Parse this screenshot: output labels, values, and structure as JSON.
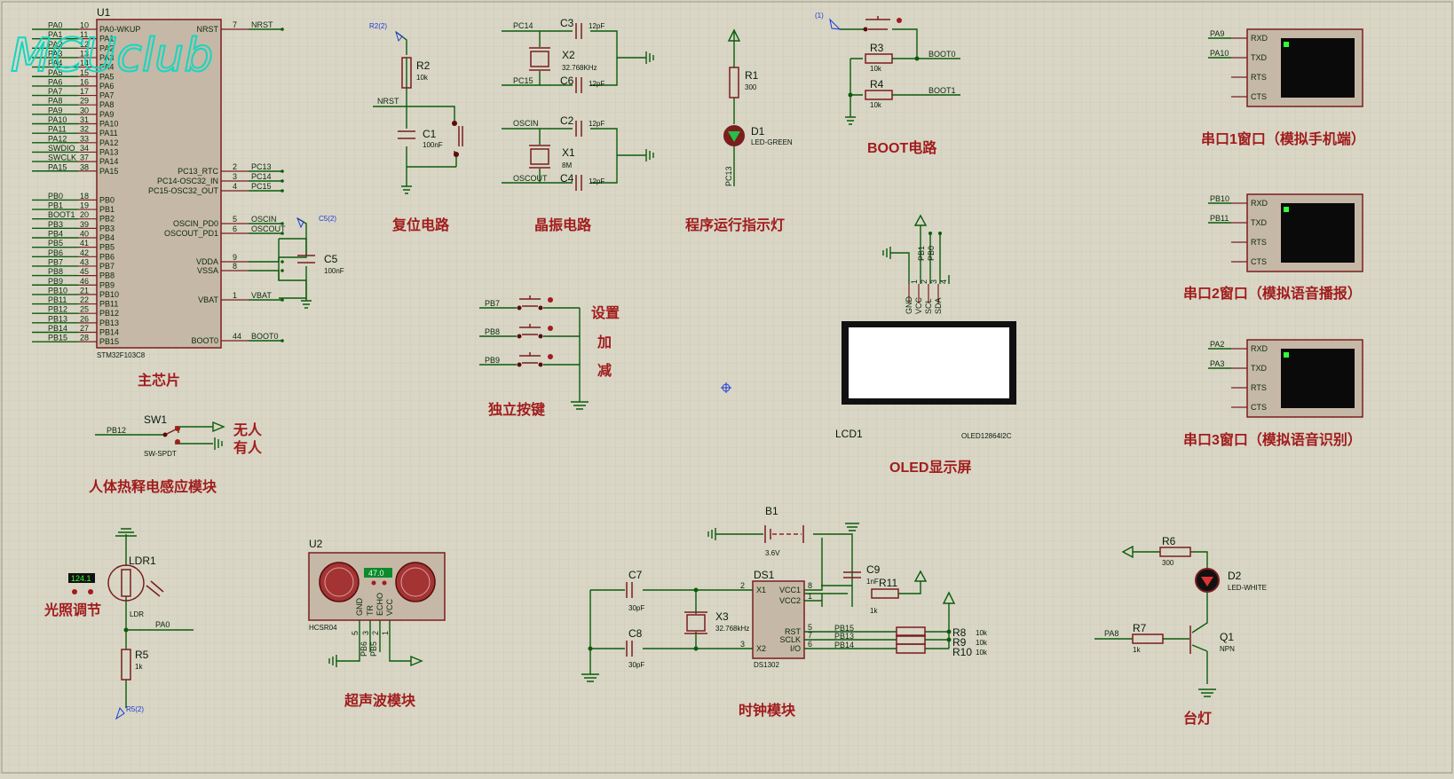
{
  "watermark": "MCUclub",
  "captions": {
    "main_chip": "主芯片",
    "reset": "复位电路",
    "crystal": "晶振电路",
    "run_led": "程序运行指示灯",
    "boot": "BOOT电路",
    "uart1": "串口1窗口（模拟手机端）",
    "uart2": "串口2窗口（模拟语音播报）",
    "uart3": "串口3窗口（模拟语音识别）",
    "keys": "独立按键",
    "key_set": "设置",
    "key_add": "加",
    "key_sub": "减",
    "oled": "OLED显示屏",
    "pir": "人体热释电感应模块",
    "pir_none": "无人",
    "pir_some": "有人",
    "light": "光照调节",
    "ultrasonic": "超声波模块",
    "clock": "时钟模块",
    "lamp": "台灯"
  },
  "mcu": {
    "ref": "U1",
    "part": "STM32F103C8",
    "left_pins": [
      {
        "net": "PA0",
        "num": "10",
        "name": "PA0-WKUP"
      },
      {
        "net": "PA1",
        "num": "11",
        "name": "PA1"
      },
      {
        "net": "PA2",
        "num": "12",
        "name": "PA2"
      },
      {
        "net": "PA3",
        "num": "13",
        "name": "PA3"
      },
      {
        "net": "PA4",
        "num": "14",
        "name": "PA4"
      },
      {
        "net": "PA5",
        "num": "15",
        "name": "PA5"
      },
      {
        "net": "PA6",
        "num": "16",
        "name": "PA6"
      },
      {
        "net": "PA7",
        "num": "17",
        "name": "PA7"
      },
      {
        "net": "PA8",
        "num": "29",
        "name": "PA8"
      },
      {
        "net": "PA9",
        "num": "30",
        "name": "PA9"
      },
      {
        "net": "PA10",
        "num": "31",
        "name": "PA10"
      },
      {
        "net": "PA11",
        "num": "32",
        "name": "PA11"
      },
      {
        "net": "PA12",
        "num": "33",
        "name": "PA12"
      },
      {
        "net": "SWDIO",
        "num": "34",
        "name": "PA13"
      },
      {
        "net": "SWCLK",
        "num": "37",
        "name": "PA14"
      },
      {
        "net": "PA15",
        "num": "38",
        "name": "PA15"
      },
      {
        "net": "PB0",
        "num": "18",
        "name": "PB0"
      },
      {
        "net": "PB1",
        "num": "19",
        "name": "PB1"
      },
      {
        "net": "BOOT1",
        "num": "20",
        "name": "PB2"
      },
      {
        "net": "PB3",
        "num": "39",
        "name": "PB3"
      },
      {
        "net": "PB4",
        "num": "40",
        "name": "PB4"
      },
      {
        "net": "PB5",
        "num": "41",
        "name": "PB5"
      },
      {
        "net": "PB6",
        "num": "42",
        "name": "PB6"
      },
      {
        "net": "PB7",
        "num": "43",
        "name": "PB7"
      },
      {
        "net": "PB8",
        "num": "45",
        "name": "PB8"
      },
      {
        "net": "PB9",
        "num": "46",
        "name": "PB9"
      },
      {
        "net": "PB10",
        "num": "21",
        "name": "PB10"
      },
      {
        "net": "PB11",
        "num": "22",
        "name": "PB11"
      },
      {
        "net": "PB12",
        "num": "25",
        "name": "PB12"
      },
      {
        "net": "PB13",
        "num": "26",
        "name": "PB13"
      },
      {
        "net": "PB14",
        "num": "27",
        "name": "PB14"
      },
      {
        "net": "PB15",
        "num": "28",
        "name": "PB15"
      }
    ],
    "right_pins": [
      {
        "name": "NRST",
        "num": "7",
        "net": "NRST"
      },
      {
        "name": "PC13_RTC",
        "num": "2",
        "net": "PC13"
      },
      {
        "name": "PC14-OSC32_IN",
        "num": "3",
        "net": "PC14"
      },
      {
        "name": "PC15-OSC32_OUT",
        "num": "4",
        "net": "PC15"
      },
      {
        "name": "OSCIN_PD0",
        "num": "5",
        "net": "OSCIN"
      },
      {
        "name": "OSCOUT_PD1",
        "num": "6",
        "net": "OSCOUT"
      },
      {
        "name": "VDDA",
        "num": "9",
        "net": ""
      },
      {
        "name": "VSSA",
        "num": "8",
        "net": ""
      },
      {
        "name": "VBAT",
        "num": "1",
        "net": "VBAT"
      },
      {
        "name": "BOOT0",
        "num": "44",
        "net": "BOOT0"
      }
    ],
    "c5": {
      "ref": "C5",
      "val": "100nF",
      "probe": "C5(2)"
    }
  },
  "reset": {
    "probe": "R2(2)",
    "r_ref": "R2",
    "r_val": "10k",
    "c_ref": "C1",
    "c_val": "100nF",
    "net": "NRST"
  },
  "crystal": {
    "pc14": "PC14",
    "pc15": "PC15",
    "oscin": "OSCIN",
    "oscout": "OSCOUT",
    "c3": "C3",
    "c6": "C6",
    "c2": "C2",
    "c4": "C4",
    "cval": "12pF",
    "x2": "X2",
    "x2_val": "32.768KHz",
    "x1": "X1",
    "x1_val": "8M"
  },
  "run_led": {
    "r_ref": "R1",
    "r_val": "300",
    "d_ref": "D1",
    "d_val": "LED-GREEN",
    "net": "PC13"
  },
  "boot": {
    "probe": "(1)",
    "r3": "R3",
    "r4": "R4",
    "rval": "10k",
    "net0": "BOOT0",
    "net1": "BOOT1"
  },
  "uarts": [
    {
      "rx_net": "PA9",
      "tx_net": "PA10"
    },
    {
      "rx_net": "PB10",
      "tx_net": "PB11"
    },
    {
      "rx_net": "PA2",
      "tx_net": "PA3"
    }
  ],
  "uart_pins": [
    "RXD",
    "TXD",
    "RTS",
    "CTS"
  ],
  "keys_nets": [
    "PB7",
    "PB8",
    "PB9"
  ],
  "oled": {
    "pins": [
      "GND",
      "VCC",
      "SCL",
      "SDA"
    ],
    "nums": [
      "1",
      "2",
      "3",
      "4"
    ],
    "nets": [
      "PB1",
      "PB0"
    ],
    "ref": "LCD1",
    "part": "OLED12864I2C"
  },
  "pir": {
    "net": "PB12",
    "ref": "SW1",
    "part": "SW-SPDT"
  },
  "ldr": {
    "ref": "LDR1",
    "part": "LDR",
    "readout": "124.1",
    "net": "PA0",
    "r_ref": "R5",
    "r_val": "1k",
    "probe": "R5(2)"
  },
  "hcsr": {
    "ref": "U2",
    "part": "HCSR04",
    "readout": "47.0",
    "pins": [
      "GND",
      "TR",
      "ECHO",
      "VCC"
    ],
    "nums": [
      "5",
      "3",
      "2",
      "1"
    ],
    "nets": [
      "PB6",
      "PB5"
    ]
  },
  "rtc": {
    "b_ref": "B1",
    "b_val": "3.6V",
    "c7": "C7",
    "c8": "C8",
    "cval": "30pF",
    "x3": "X3",
    "x3_val": "32.768kHz",
    "c9": "C9",
    "c9_val": "1nF",
    "r11": "R11",
    "r11_val": "1k",
    "ds_ref": "DS1",
    "ds_part": "DS1302",
    "pins": [
      "X1",
      "X2",
      "VCC1",
      "VCC2",
      "RST",
      "SCLK",
      "I/O"
    ],
    "pin_nums": {
      "x1": "2",
      "x2": "3",
      "vcc1": "8",
      "vcc2": "1",
      "rst": "5",
      "sclk": "7",
      "io": "6"
    },
    "nets": [
      "PB15",
      "PB13",
      "PB14"
    ],
    "res": [
      {
        "ref": "R8",
        "val": "10k"
      },
      {
        "ref": "R9",
        "val": "10k"
      },
      {
        "ref": "R10",
        "val": "10k"
      }
    ]
  },
  "lamp": {
    "r6": "R6",
    "r6_val": "300",
    "d2": "D2",
    "d2_val": "LED-WHITE",
    "r7": "R7",
    "r7_val": "1k",
    "q1": "Q1",
    "q1_val": "NPN",
    "net": "PA8"
  }
}
